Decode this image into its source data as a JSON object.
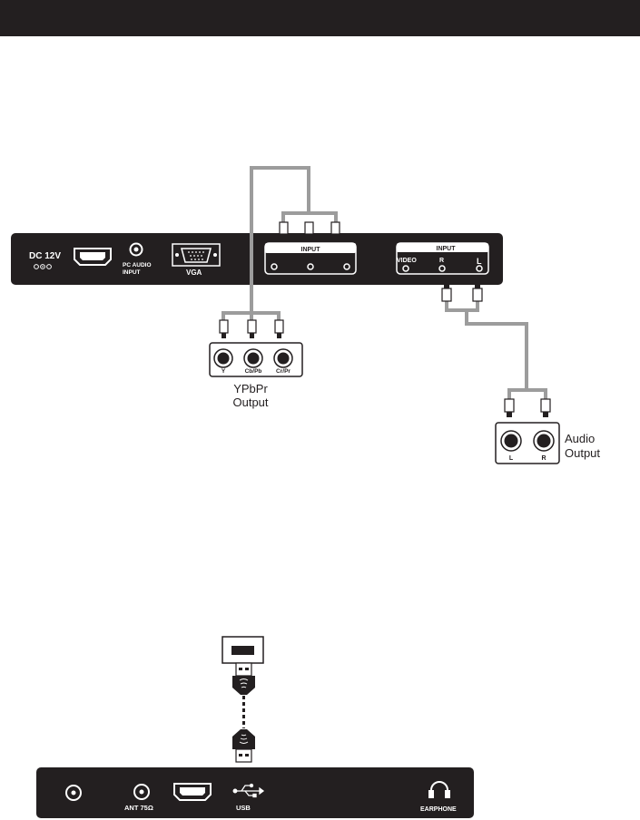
{
  "top_panel": {
    "dc_label": "DC 12V",
    "pc_audio_line1": "PC AUDIO",
    "pc_audio_line2": "INPUT",
    "vga_label": "VGA",
    "component_input_label": "INPUT",
    "av_input_label": "INPUT",
    "video_label": "VIDEO",
    "r_label": "R",
    "l_label": "L"
  },
  "ypbpr_device": {
    "jack_labels": [
      "Y",
      "Cb/Pb",
      "Cr/Pr"
    ],
    "caption_line1": "YPbPr",
    "caption_line2": "Output"
  },
  "audio_device": {
    "jack_labels": [
      "L",
      "R"
    ],
    "caption_line1": "Audio",
    "caption_line2": "Output"
  },
  "bottom_panel": {
    "ant_label": "ANT 75Ω",
    "usb_label": "USB",
    "earphone_label": "EARPHONE"
  }
}
